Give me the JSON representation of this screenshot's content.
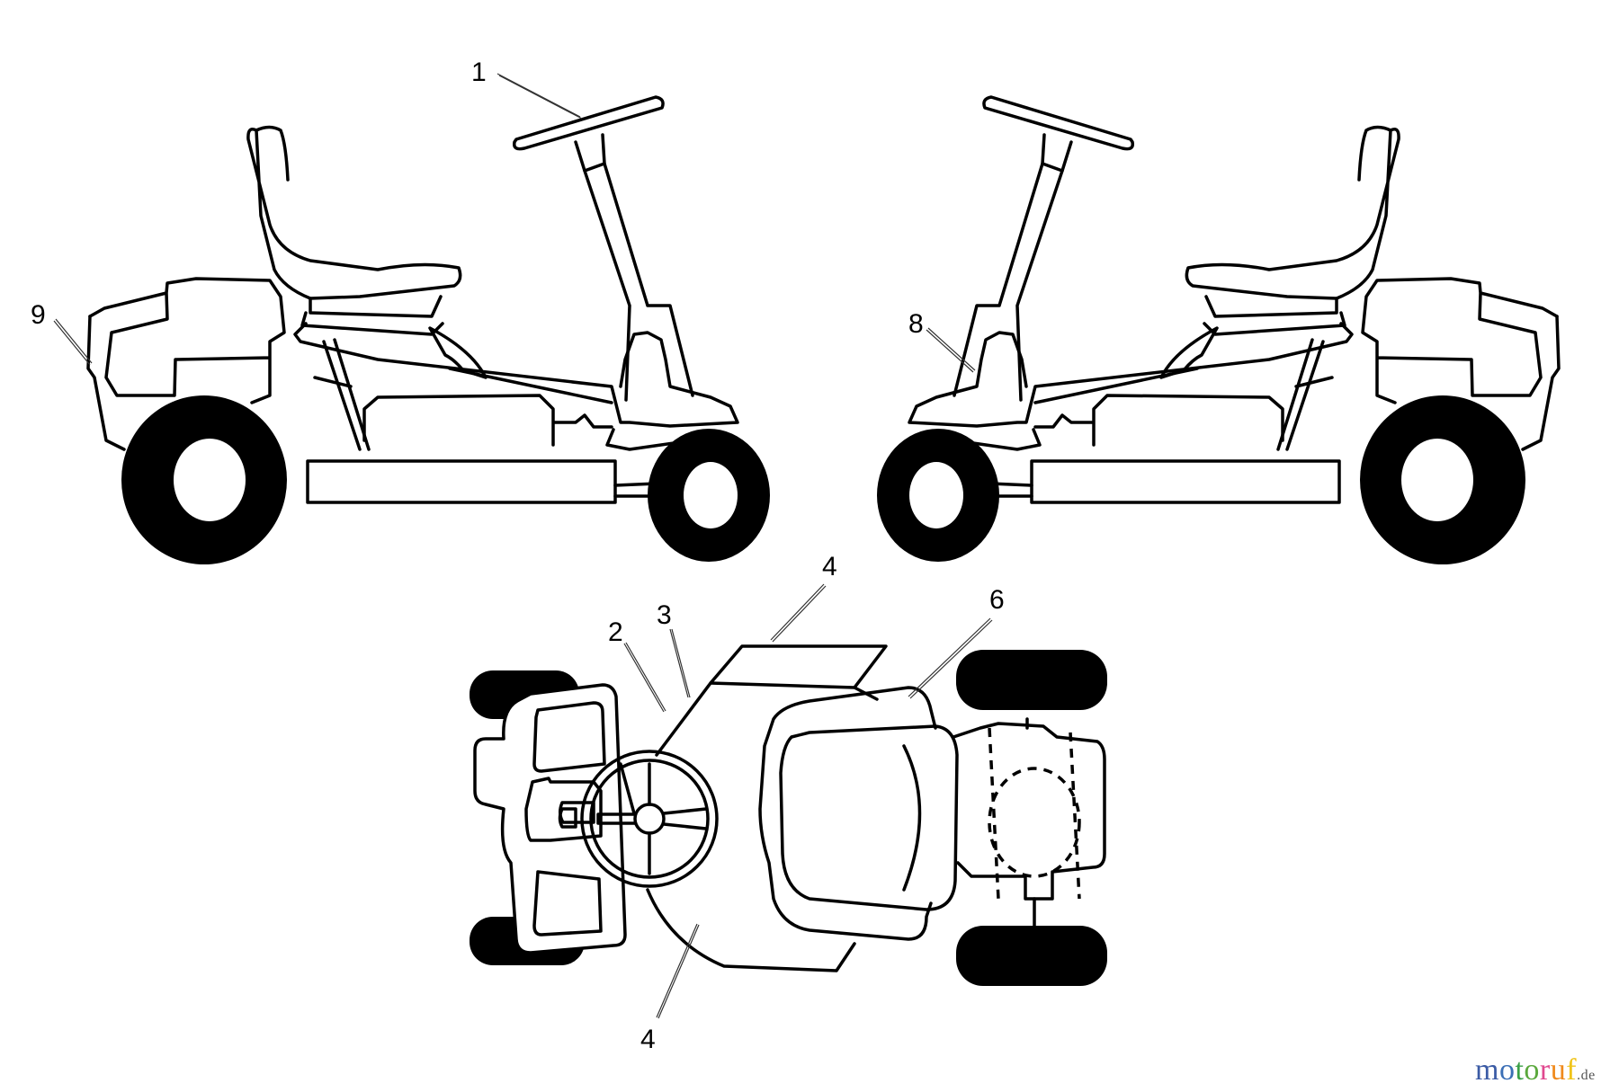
{
  "diagram": {
    "title": "Riding mower decals / labels parts diagram",
    "views": [
      "left-side-view",
      "right-side-view",
      "top-view"
    ],
    "callouts": [
      {
        "id": "c1",
        "label": "1",
        "target": "steering wheel (left view)"
      },
      {
        "id": "c9",
        "label": "9",
        "target": "rear engine hood (left view)"
      },
      {
        "id": "c8",
        "label": "8",
        "target": "steering column base (right view)"
      },
      {
        "id": "c4a",
        "label": "4",
        "target": "footplate (top view, top)"
      },
      {
        "id": "c3",
        "label": "3",
        "target": "front hood (top view)"
      },
      {
        "id": "c2",
        "label": "2",
        "target": "steering area (top view)"
      },
      {
        "id": "c6",
        "label": "6",
        "target": "seat (top view)"
      },
      {
        "id": "c4b",
        "label": "4",
        "target": "body (top view, bottom)"
      }
    ]
  },
  "watermark": {
    "letters": [
      {
        "ch": "m",
        "color": "#3b5ba5"
      },
      {
        "ch": "o",
        "color": "#3b6fb6"
      },
      {
        "ch": "t",
        "color": "#3aa047"
      },
      {
        "ch": "o",
        "color": "#5aa83c"
      },
      {
        "ch": "r",
        "color": "#e0488f"
      },
      {
        "ch": "u",
        "color": "#f08a1c"
      },
      {
        "ch": "f",
        "color": "#f0c419"
      }
    ],
    "suffix": ".de"
  }
}
